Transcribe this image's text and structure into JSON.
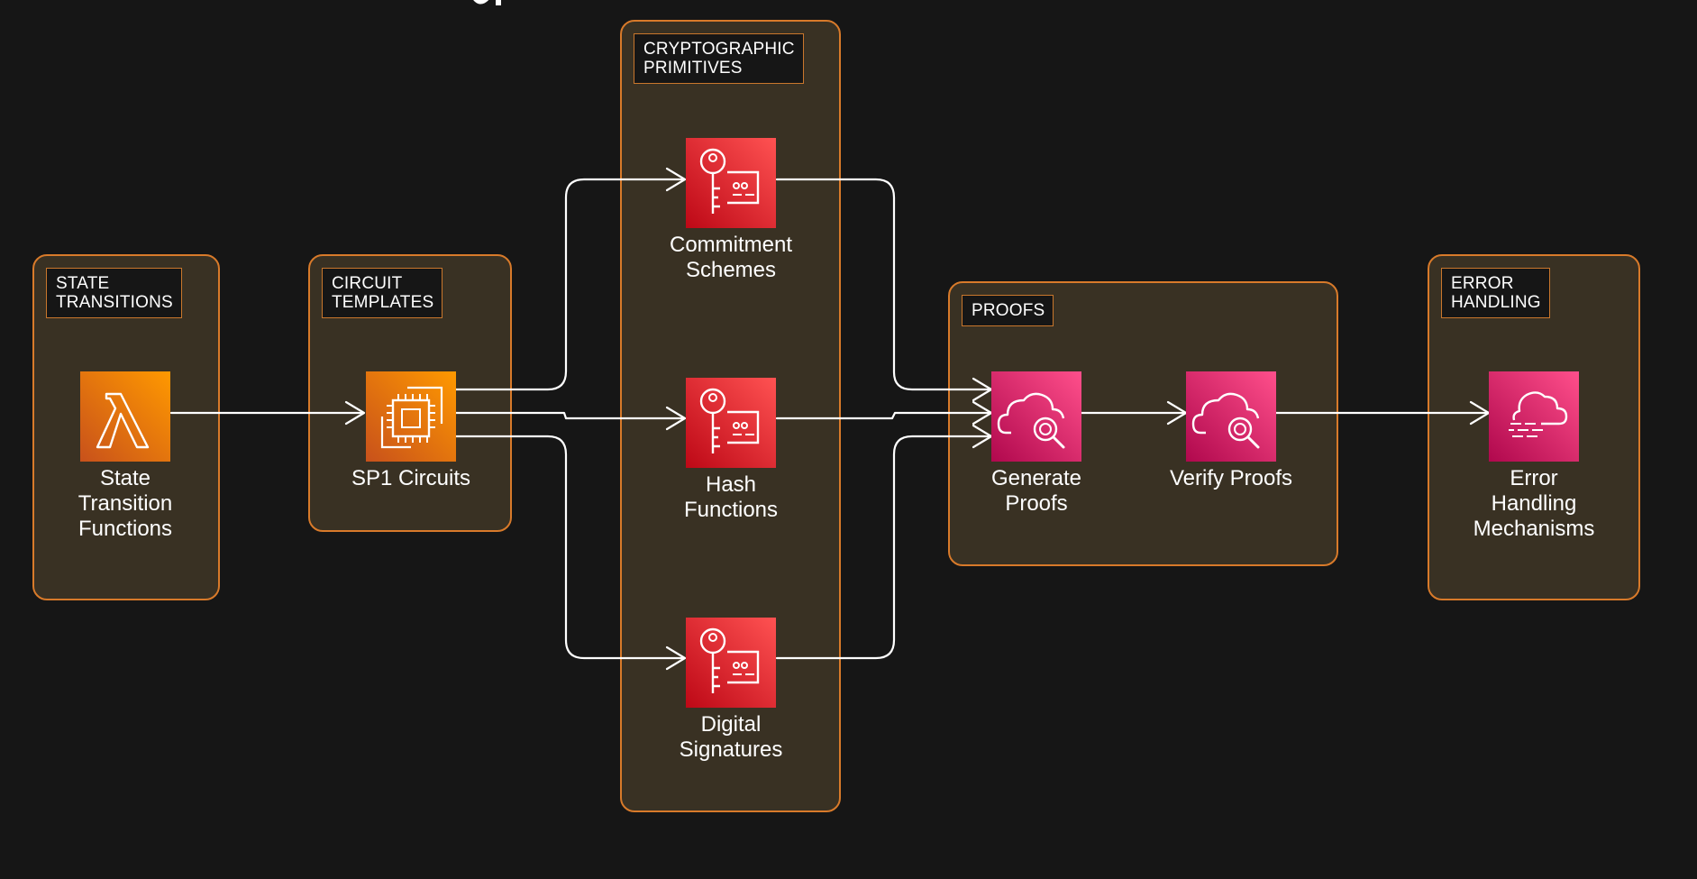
{
  "diagram": {
    "groups": {
      "state_transitions": {
        "tag": "STATE\nTRANSITIONS"
      },
      "circuit_templates": {
        "tag": "CIRCUIT\nTEMPLATES"
      },
      "crypto_primitives": {
        "tag": "CRYPTOGRAPHIC\nPRIMITIVES"
      },
      "proofs": {
        "tag": "PROOFS"
      },
      "error_handling": {
        "tag": "ERROR\nHANDLING"
      }
    },
    "nodes": {
      "state_transition_functions": {
        "label": "State\nTransition\nFunctions",
        "icon": "lambda-icon",
        "color": "#ed7100"
      },
      "sp1_circuits": {
        "label": "SP1 Circuits",
        "icon": "chip-icon",
        "color": "#ed7100"
      },
      "commitment_schemes": {
        "label": "Commitment\nSchemes",
        "icon": "key-certificate-icon",
        "color": "#dd344c"
      },
      "hash_functions": {
        "label": "Hash\nFunctions",
        "icon": "key-certificate-icon",
        "color": "#dd344c"
      },
      "digital_signatures": {
        "label": "Digital\nSignatures",
        "icon": "key-certificate-icon",
        "color": "#dd344c"
      },
      "generate_proofs": {
        "label": "Generate\nProofs",
        "icon": "cloud-search-icon",
        "color": "#e7157b"
      },
      "verify_proofs": {
        "label": "Verify Proofs",
        "icon": "cloud-search-icon",
        "color": "#e7157b"
      },
      "error_handling_mechanisms": {
        "label": "Error\nHandling\nMechanisms",
        "icon": "cloud-icon",
        "color": "#e7157b"
      }
    },
    "edges": [
      {
        "from": "State Transition Functions",
        "to": "SP1 Circuits"
      },
      {
        "from": "SP1 Circuits",
        "to": "Commitment Schemes"
      },
      {
        "from": "SP1 Circuits",
        "to": "Hash Functions"
      },
      {
        "from": "SP1 Circuits",
        "to": "Digital Signatures"
      },
      {
        "from": "Commitment Schemes",
        "to": "Generate Proofs"
      },
      {
        "from": "Hash Functions",
        "to": "Generate Proofs"
      },
      {
        "from": "Digital Signatures",
        "to": "Generate Proofs"
      },
      {
        "from": "Generate Proofs",
        "to": "Verify Proofs"
      },
      {
        "from": "Verify Proofs",
        "to": "Error Handling Mechanisms"
      }
    ],
    "colors": {
      "background": "#161616",
      "group_fill": "#393123",
      "group_border": "#d87a2a",
      "connector": "#ffffff"
    }
  }
}
